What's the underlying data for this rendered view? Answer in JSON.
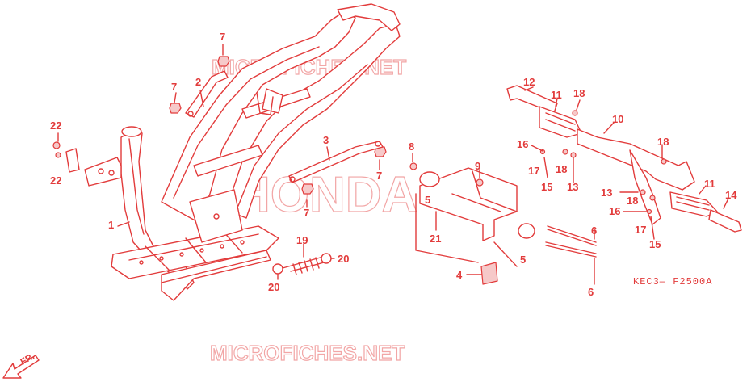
{
  "watermarks": {
    "top": "MICROFICHES.NET",
    "center": "HONDA",
    "bottom": "MICROFICHES.NET"
  },
  "diagram_code": "KEC3— F2500A",
  "front_arrow": "FR.",
  "callouts": [
    "1",
    "2",
    "3",
    "4",
    "5",
    "5",
    "6",
    "6",
    "7",
    "7",
    "7",
    "7",
    "8",
    "9",
    "10",
    "11",
    "11",
    "12",
    "13",
    "13",
    "14",
    "15",
    "15",
    "16",
    "16",
    "17",
    "17",
    "18",
    "18",
    "18",
    "18",
    "19",
    "20",
    "20",
    "21",
    "22",
    "22"
  ],
  "accent_color": "#e23b3b"
}
